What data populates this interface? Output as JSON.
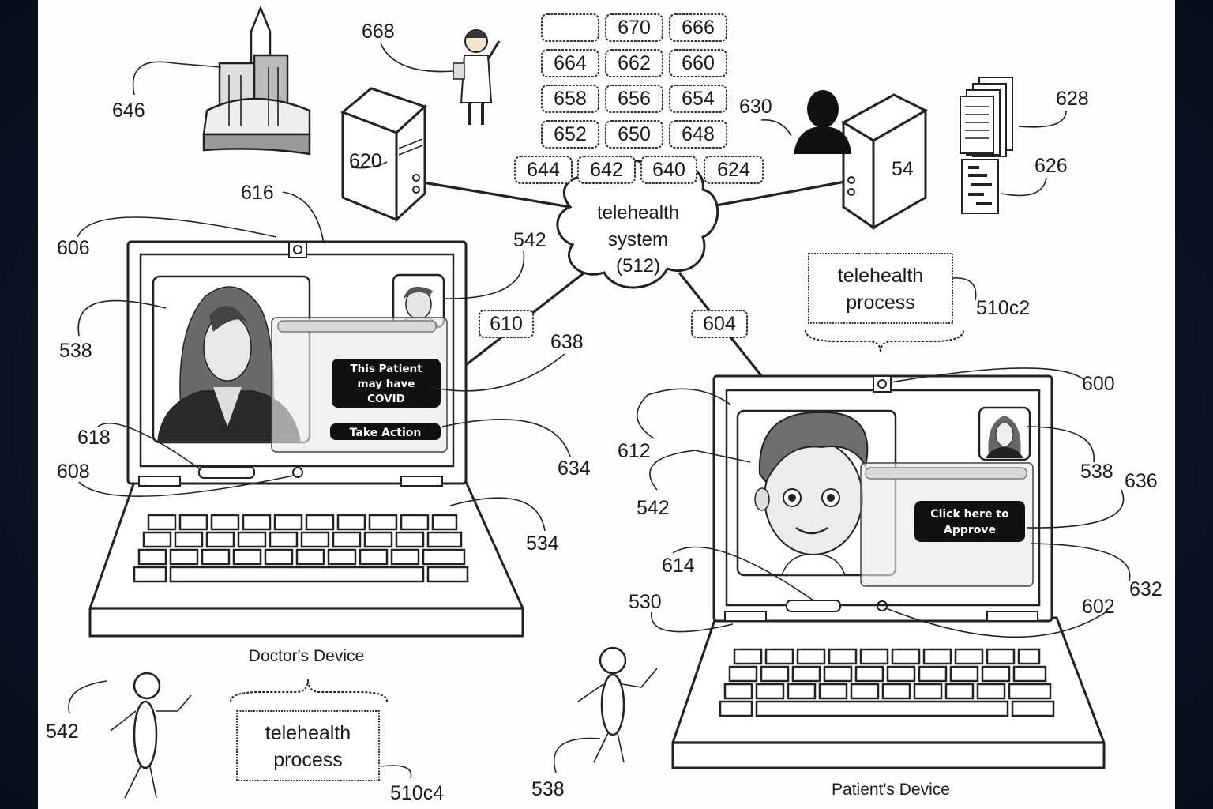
{
  "cloud": {
    "line1": "telehealth",
    "line2": "system",
    "line3": "(512)"
  },
  "process_right": {
    "line1": "telehealth",
    "line2": "process",
    "ref": "510c2"
  },
  "process_left": {
    "line1": "telehealth",
    "line2": "process",
    "ref": "510c4"
  },
  "doctor_device_label": "Doctor's Device",
  "patient_device_label": "Patient's Device",
  "doctor_screen": {
    "alert": [
      "This Patient",
      "may have",
      "COVID"
    ],
    "action_button": "Take Action"
  },
  "patient_screen": {
    "approve": [
      "Click here to",
      "Approve"
    ]
  },
  "data_boxes": [
    "670",
    "666",
    "664",
    "662",
    "660",
    "658",
    "656",
    "654",
    "652",
    "650",
    "648",
    "644",
    "642",
    "640",
    "624"
  ],
  "link_labels": {
    "left": "610",
    "right": "604"
  },
  "refs": {
    "r668": "668",
    "r646": "646",
    "r620": "620",
    "r630": "630",
    "r54": "54",
    "r628": "628",
    "r626": "626",
    "r616": "616",
    "r606": "606",
    "r542_top": "542",
    "r538_left": "538",
    "r638": "638",
    "r618": "618",
    "r608": "608",
    "r634": "634",
    "r534": "534",
    "r600": "600",
    "r612": "612",
    "r542_mid": "542",
    "r538_right": "538",
    "r636": "636",
    "r614": "614",
    "r632": "632",
    "r530": "530",
    "r602": "602",
    "r542_bottom": "542",
    "r538_bottom": "538"
  }
}
